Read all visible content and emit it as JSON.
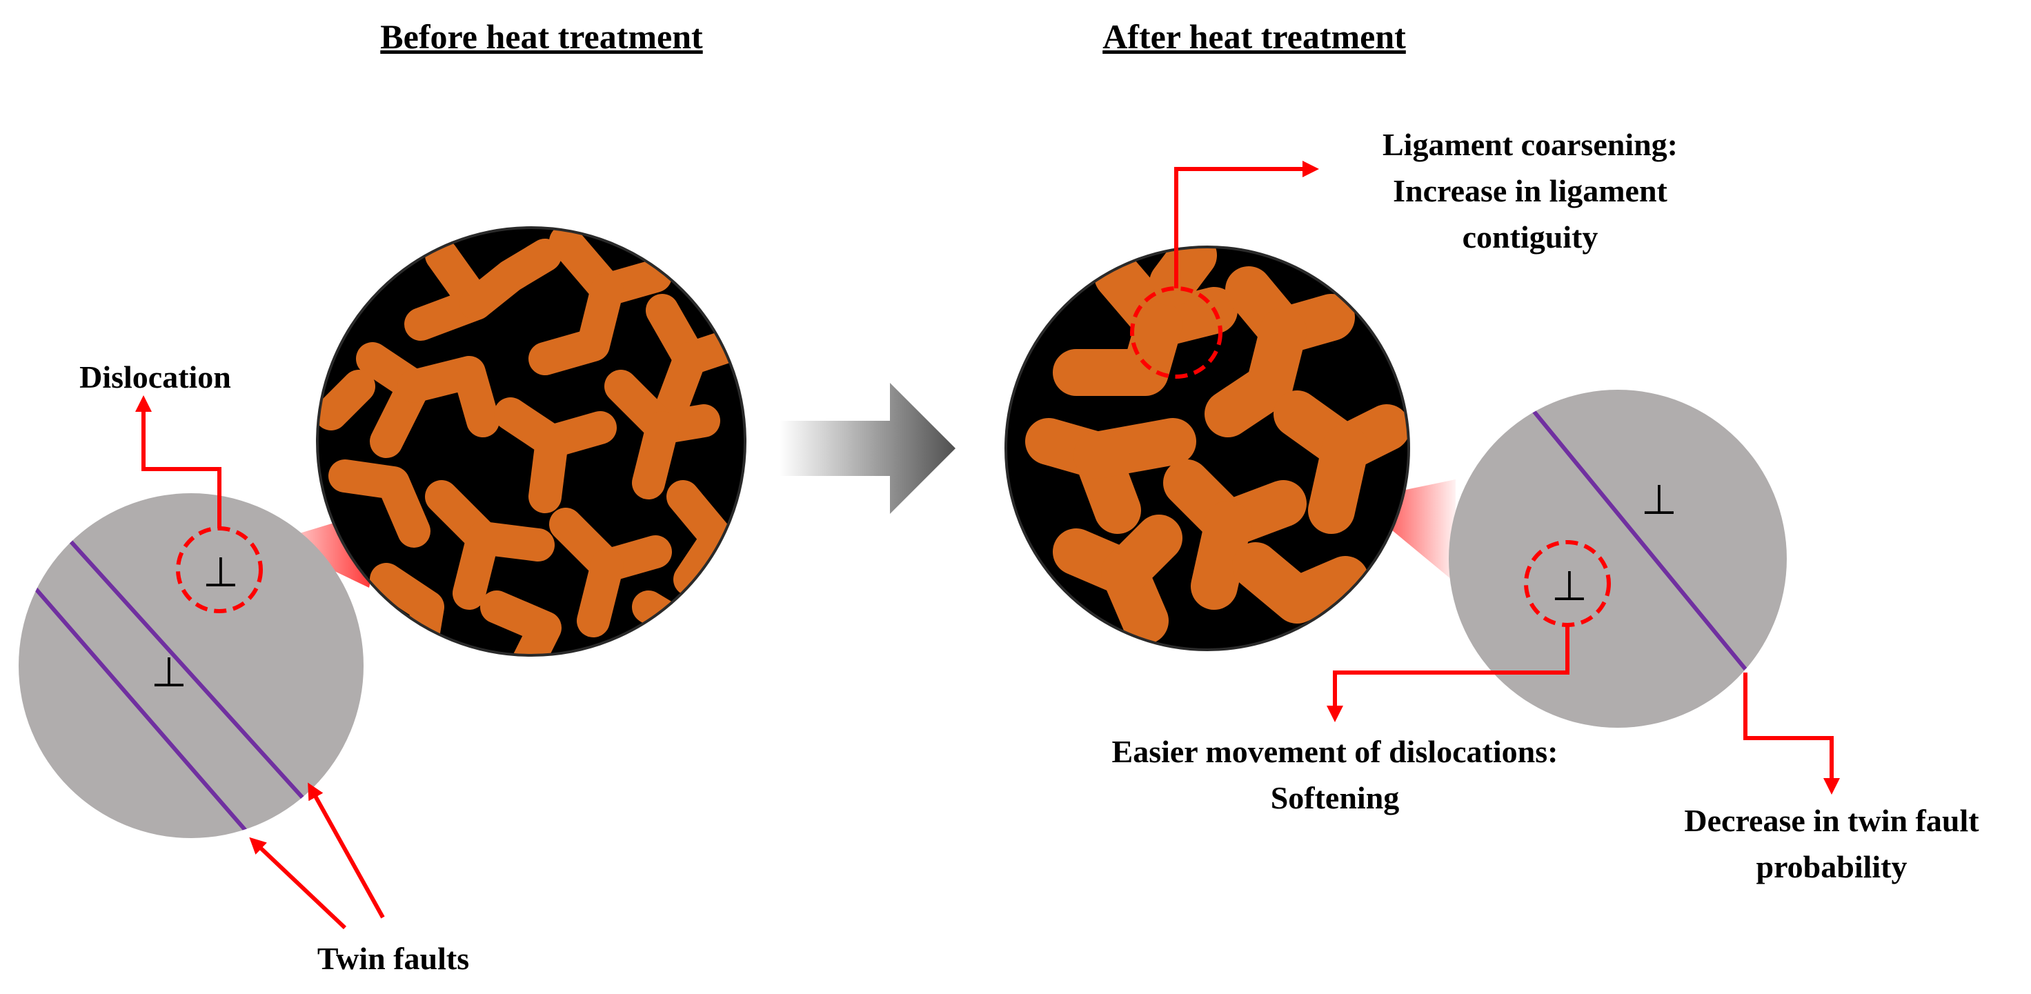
{
  "titles": {
    "before": "Before heat treatment",
    "after": "After heat treatment"
  },
  "labels": {
    "dislocation": "Dislocation",
    "twin_faults": "Twin faults",
    "coarsening": [
      "Ligament coarsening:",
      "Increase in ligament",
      "contiguity"
    ],
    "softening": [
      "Easier movement of dislocations:",
      "Softening"
    ],
    "twin_decrease": [
      "Decrease in twin fault",
      "probability"
    ]
  },
  "symbols": {
    "dislocation": "⊥"
  },
  "colors": {
    "ligament": "#d96c1f",
    "pore": "#000000",
    "grain": "#b0adad",
    "twin_boundary": "#7030a0",
    "annotation": "#ff0000",
    "arrow_dark": "#555555"
  }
}
